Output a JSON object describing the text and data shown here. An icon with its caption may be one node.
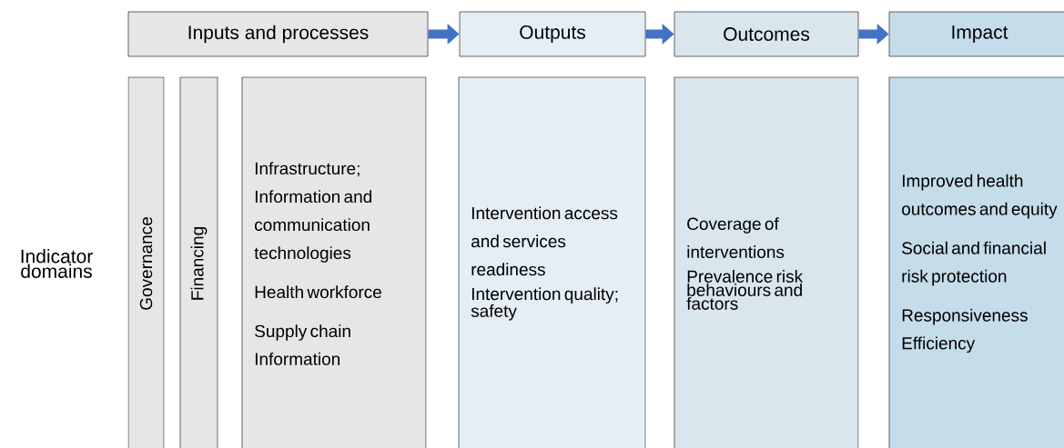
{
  "diagram": {
    "nodes": [
      {
        "text": [
          "Inputs and processes"
        ]
      },
      {
        "text": [
          "Outputs"
        ]
      },
      {
        "text": [
          "Outcomes"
        ]
      },
      {
        "text": [
          "Impact"
        ]
      },
      {
        "text": [
          "Governance"
        ]
      },
      {
        "text": [
          "Financing"
        ]
      },
      {
        "text": [
          "Infrastructure; Information and communication technologies",
          "Health workforce",
          "Supply chain",
          "Information"
        ]
      },
      {
        "text": [
          "Intervention access and services readiness",
          "Intervention quality; safety"
        ]
      },
      {
        "text": [
          "Coverage of interventions",
          "Prevalence risk behaviours and factors"
        ]
      },
      {
        "text": [
          "Improved health outcomes and equity",
          "Social and financial risk protection",
          "Responsiveness",
          "Efficiency"
        ]
      }
    ],
    "edges": [
      {
        "from": 0,
        "to": 1,
        "arrow": "to"
      },
      {
        "from": 1,
        "to": 2,
        "arrow": "to"
      },
      {
        "from": 2,
        "to": 3,
        "arrow": "to"
      }
    ],
    "labels": [
      "Indicator domains"
    ]
  }
}
